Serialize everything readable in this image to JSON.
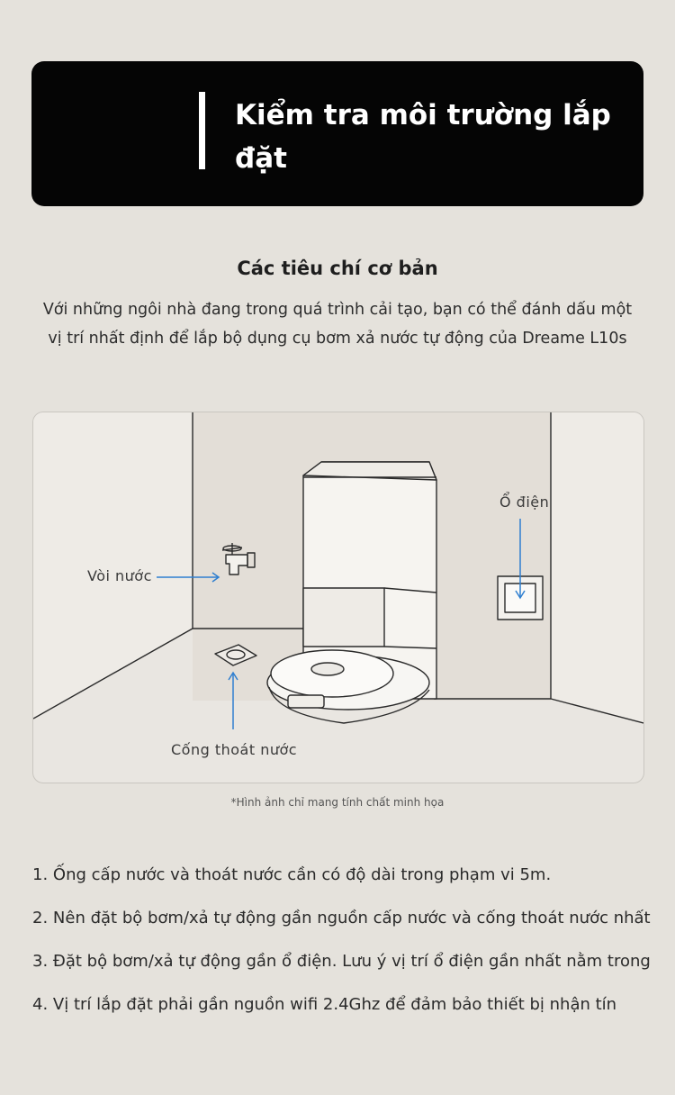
{
  "header": {
    "title": "Kiểm tra môi trường lắp đặt"
  },
  "section": {
    "heading": "Các tiêu chí cơ bản",
    "intro_line1": "Với những ngôi nhà đang trong quá trình cải tạo, bạn có thể đánh dấu một",
    "intro_line2": "vị trí nhất định để lắp bộ dụng cụ bơm xả nước tự động của Dreame L10s"
  },
  "illustration": {
    "label_faucet": "Vòi nước",
    "label_outlet": "Ổ điện",
    "label_drain": "Cống thoát nước",
    "accent_color": "#2f7fd0"
  },
  "caption": "*Hình ảnh chỉ mang tính chất minh họa",
  "requirements": [
    {
      "num": "1.",
      "text": "Ống cấp nước và thoát nước cần có độ dài trong phạm vi 5m."
    },
    {
      "num": "2.",
      "text": "Nên đặt bộ bơm/xả tự động gần nguồn cấp nước và cống thoát nước nhất"
    },
    {
      "num": "3.",
      "text": "Đặt bộ bơm/xả tự động gần ổ điện. Lưu ý vị trí ổ điện gần nhất nằm trong"
    },
    {
      "num": "4.",
      "text": "Vị trí lắp đặt phải gần nguồn wifi 2.4Ghz để đảm bảo thiết bị nhận tín"
    }
  ]
}
